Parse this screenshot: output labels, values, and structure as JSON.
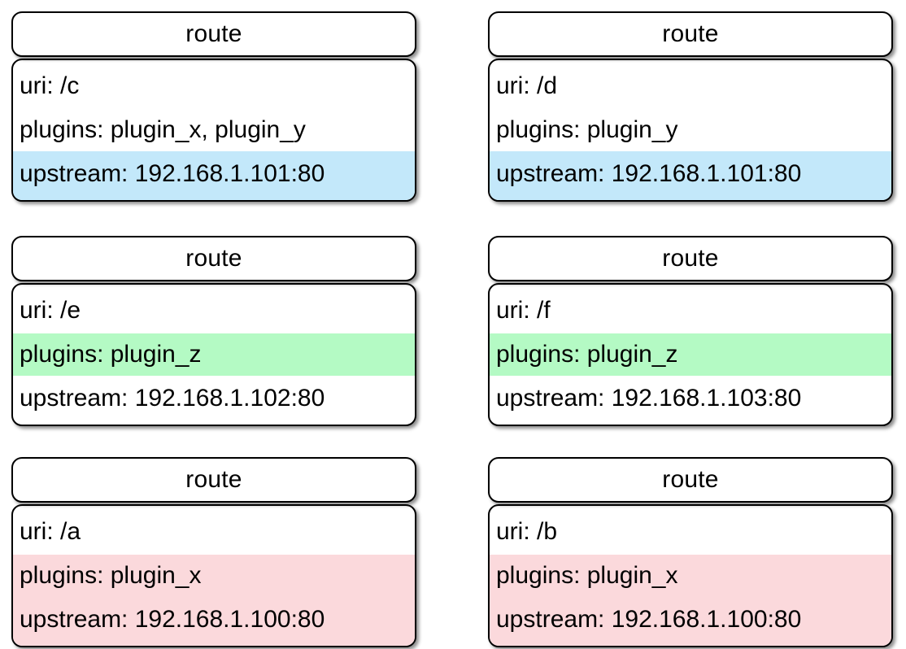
{
  "diagram": {
    "type": "route-card-grid",
    "columns": 2,
    "rows": 3,
    "highlight_colors": {
      "blue": "#c3e8fa",
      "green": "#b4fac4",
      "pink": "#fbd9dc",
      "none": "transparent"
    },
    "cards": [
      {
        "id": "route-c",
        "header": "route",
        "col": 0,
        "row": 0,
        "rows": [
          {
            "text": "uri: /c",
            "highlight": "none"
          },
          {
            "text": "plugins: plugin_x, plugin_y",
            "highlight": "none"
          },
          {
            "text": "upstream: 192.168.1.101:80",
            "highlight": "blue"
          }
        ]
      },
      {
        "id": "route-d",
        "header": "route",
        "col": 1,
        "row": 0,
        "rows": [
          {
            "text": "uri: /d",
            "highlight": "none"
          },
          {
            "text": "plugins: plugin_y",
            "highlight": "none"
          },
          {
            "text": "upstream: 192.168.1.101:80",
            "highlight": "blue"
          }
        ]
      },
      {
        "id": "route-e",
        "header": "route",
        "col": 0,
        "row": 1,
        "rows": [
          {
            "text": "uri: /e",
            "highlight": "none"
          },
          {
            "text": "plugins: plugin_z",
            "highlight": "green"
          },
          {
            "text": "upstream: 192.168.1.102:80",
            "highlight": "none"
          }
        ]
      },
      {
        "id": "route-f",
        "header": "route",
        "col": 1,
        "row": 1,
        "rows": [
          {
            "text": "uri: /f",
            "highlight": "none"
          },
          {
            "text": "plugins: plugin_z",
            "highlight": "green"
          },
          {
            "text": "upstream: 192.168.1.103:80",
            "highlight": "none"
          }
        ]
      },
      {
        "id": "route-a",
        "header": "route",
        "col": 0,
        "row": 2,
        "rows": [
          {
            "text": "uri: /a",
            "highlight": "none"
          },
          {
            "text": "plugins: plugin_x",
            "highlight": "pink"
          },
          {
            "text": "upstream: 192.168.1.100:80",
            "highlight": "pink"
          }
        ]
      },
      {
        "id": "route-b",
        "header": "route",
        "col": 1,
        "row": 2,
        "rows": [
          {
            "text": "uri: /b",
            "highlight": "none"
          },
          {
            "text": "plugins: plugin_x",
            "highlight": "pink"
          },
          {
            "text": "upstream: 192.168.1.100:80",
            "highlight": "pink"
          }
        ]
      }
    ]
  }
}
